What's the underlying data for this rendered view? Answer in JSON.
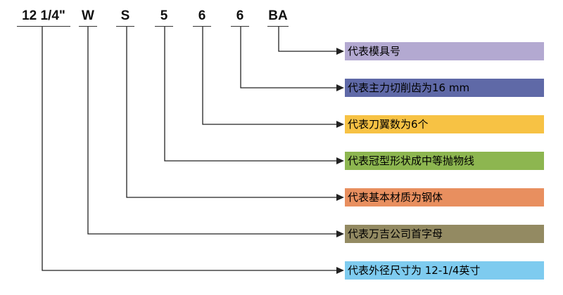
{
  "codes": [
    {
      "text": "12 1/4\""
    },
    {
      "text": "W"
    },
    {
      "text": "S"
    },
    {
      "text": "5"
    },
    {
      "text": "6"
    },
    {
      "text": "6"
    },
    {
      "text": "BA"
    }
  ],
  "descriptions": [
    {
      "text": "代表模具号",
      "color": "#b3a9d1"
    },
    {
      "text": "代表主力切削齿为16 mm",
      "color": "#5f69a7"
    },
    {
      "text": "代表刀翼数为6个",
      "color": "#f7c244"
    },
    {
      "text": "代表冠型形状成中等抛物线",
      "color": "#8db650"
    },
    {
      "text": "代表基本材质为钢体",
      "color": "#e88f5f"
    },
    {
      "text": "代表万吉公司首字母",
      "color": "#938a62"
    },
    {
      "text": "代表外径尺寸为 12-1/4英寸",
      "color": "#7ecbef"
    }
  ]
}
